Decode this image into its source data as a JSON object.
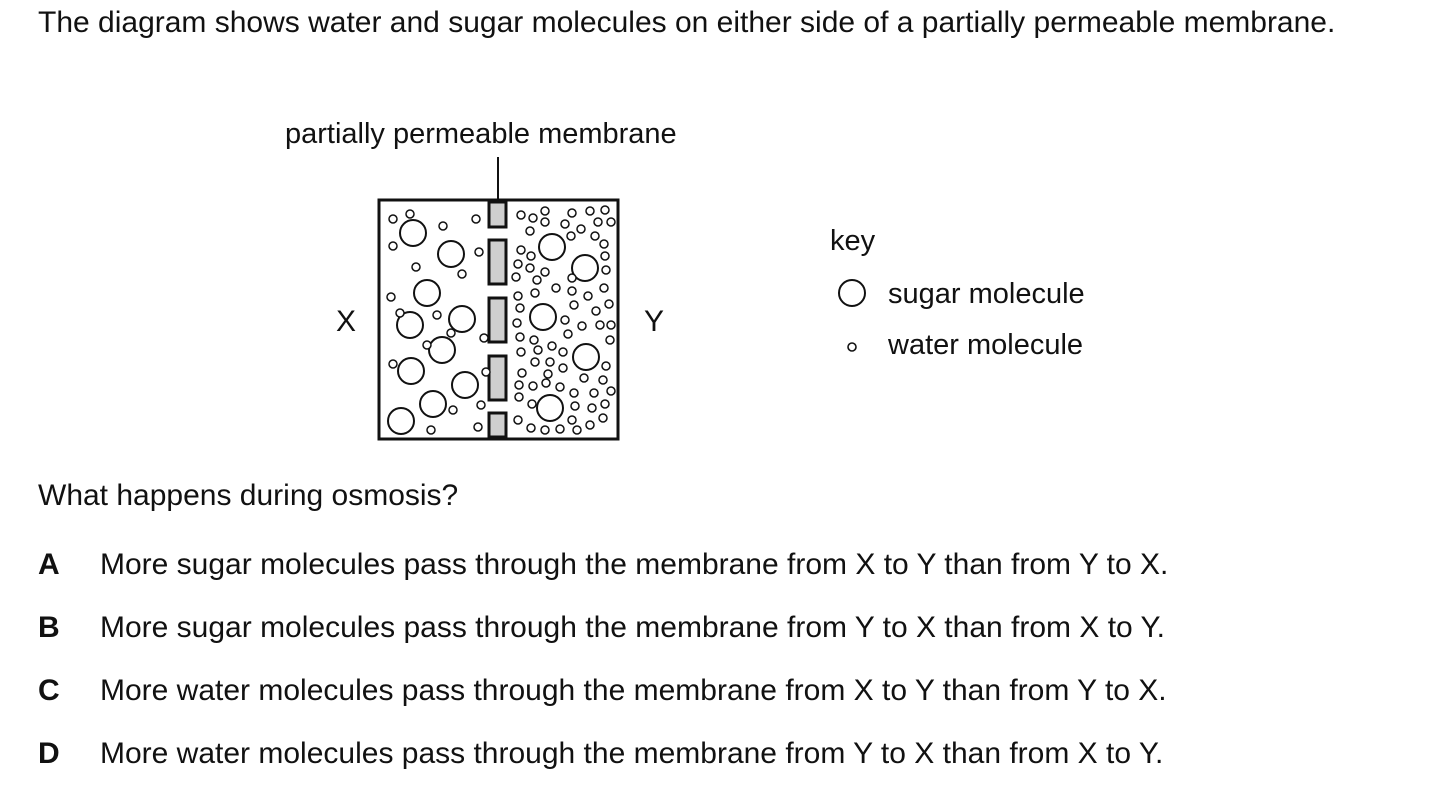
{
  "question": {
    "intro": "The diagram shows water and sugar molecules on either side of a partially permeable membrane.",
    "prompt": "What happens during osmosis?"
  },
  "diagram": {
    "membrane_label": "partially permeable membrane",
    "left_label": "X",
    "right_label": "Y",
    "key": {
      "title": "key",
      "items": [
        {
          "symbol": "large-circle-icon",
          "label": "sugar molecule"
        },
        {
          "symbol": "small-circle-icon",
          "label": "water molecule"
        }
      ]
    }
  },
  "options": [
    {
      "letter": "A",
      "text": "More sugar molecules pass through the membrane from X to Y than from Y to X."
    },
    {
      "letter": "B",
      "text": "More sugar molecules pass through the membrane from Y to X than from X to Y."
    },
    {
      "letter": "C",
      "text": "More water molecules pass through the membrane from X to Y than from Y to X."
    },
    {
      "letter": "D",
      "text": "More water molecules pass through the membrane from Y to X than from X to Y."
    }
  ]
}
